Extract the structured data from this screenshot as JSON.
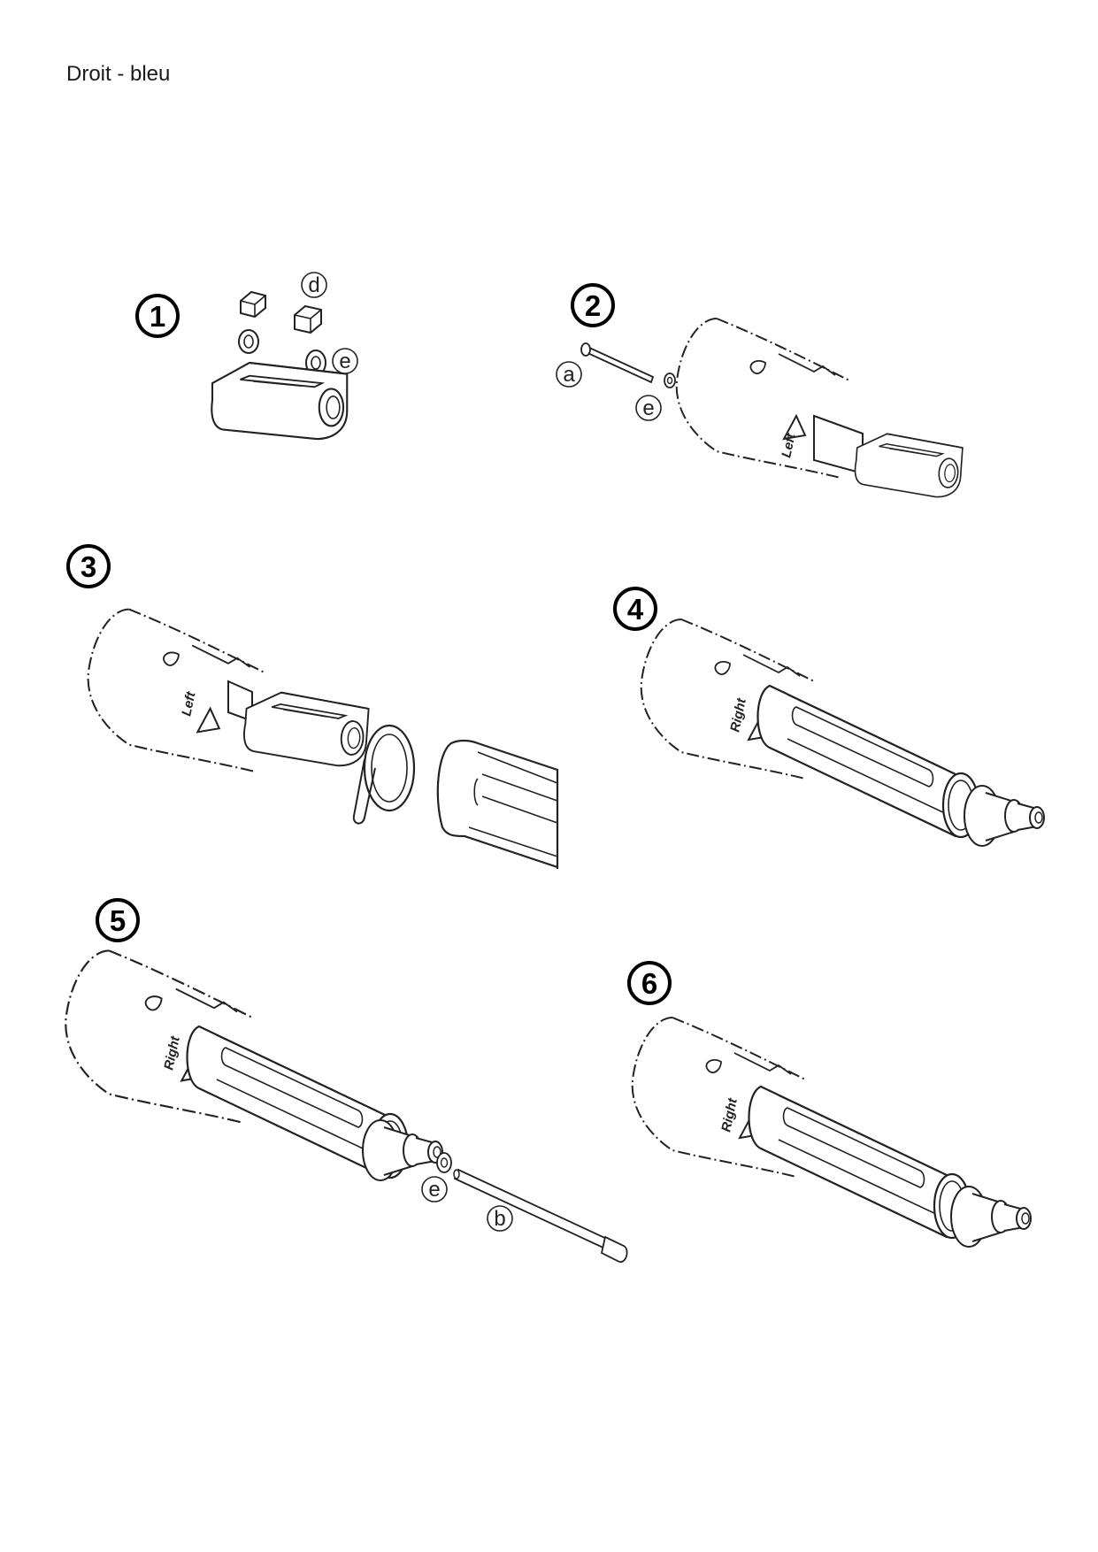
{
  "page": {
    "title": "Droit - bleu"
  },
  "steps": [
    {
      "number": "1",
      "callouts": [
        "d",
        "e"
      ]
    },
    {
      "number": "2",
      "callouts": [
        "a",
        "e"
      ],
      "brand": "Left"
    },
    {
      "number": "3",
      "brand": "Left"
    },
    {
      "number": "4",
      "brand": "Right"
    },
    {
      "number": "5",
      "callouts": [
        "e",
        "b"
      ],
      "brand": "Right"
    },
    {
      "number": "6",
      "brand": "Right"
    }
  ]
}
